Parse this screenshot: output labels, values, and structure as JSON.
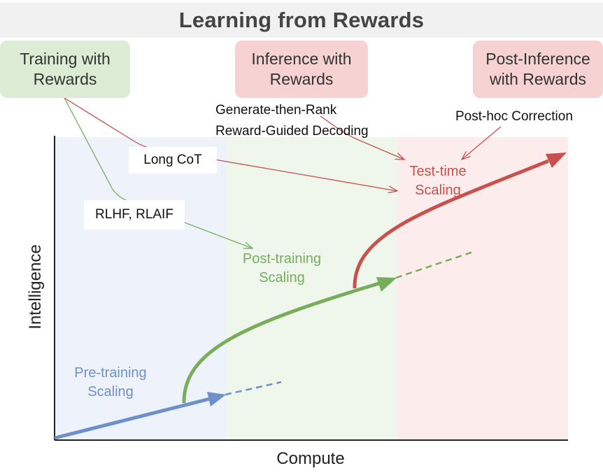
{
  "title": "Learning from Rewards",
  "categories": {
    "training": "Training with\nRewards",
    "inference": "Inference with\nRewards",
    "post_inference": "Post-Inference\nwith Rewards"
  },
  "methods": {
    "generate_then_rank": "Generate-then-Rank",
    "reward_guided_decoding": "Reward-Guided Decoding",
    "post_hoc_correction": "Post-hoc Correction",
    "long_cot": "Long CoT",
    "rlhf_rlaif": "RLHF, RLAIF"
  },
  "scaling_labels": {
    "pre_training": "Pre-training\nScaling",
    "post_training": "Post-training\nScaling",
    "test_time": "Test-time\nScaling"
  },
  "axes": {
    "x_label": "Compute",
    "y_label": "Intelligence"
  },
  "colors": {
    "blue": "#6f8fc9",
    "green": "#78ad5c",
    "red": "#c8514d",
    "blue_region": "#eef3fb",
    "green_region": "#eff6ec",
    "red_region": "#fcecec"
  }
}
